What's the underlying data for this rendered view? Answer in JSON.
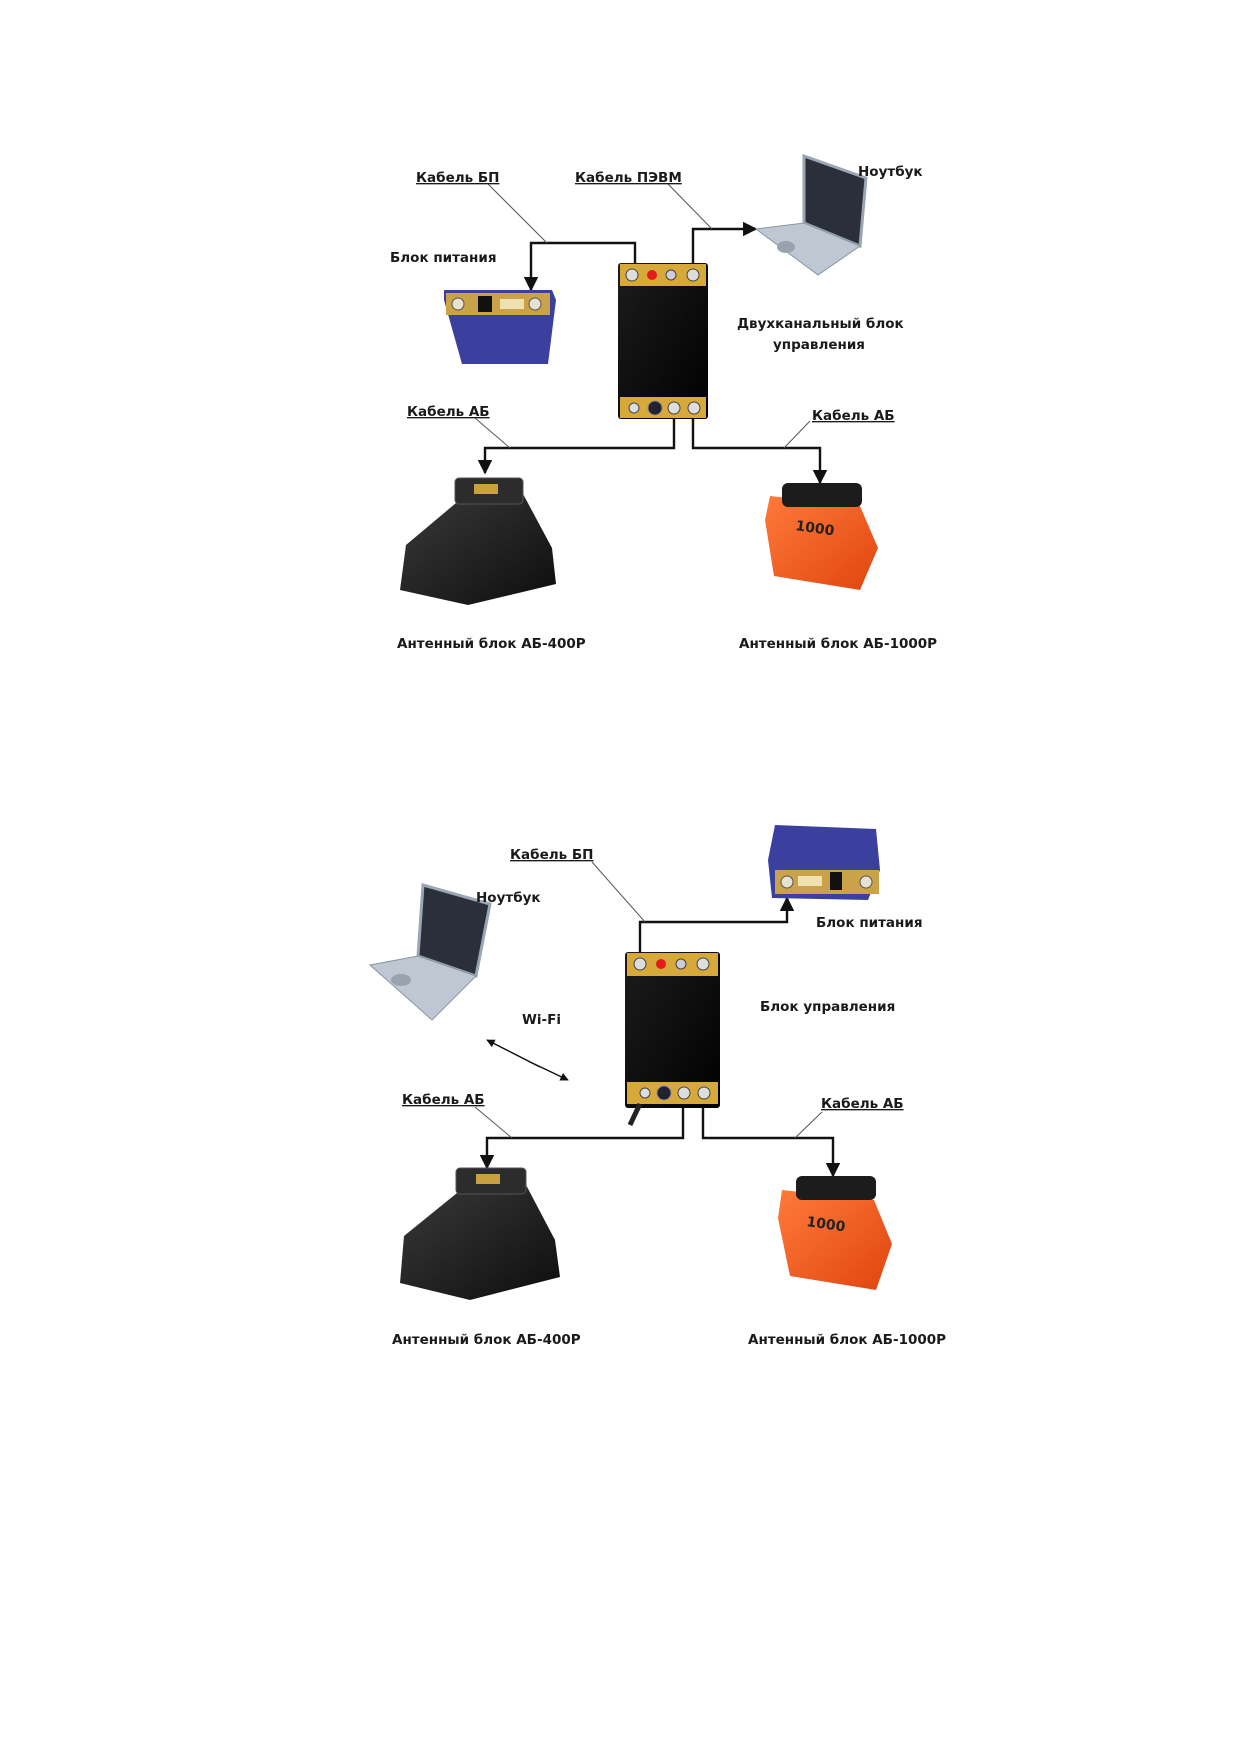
{
  "diagrams": [
    {
      "labels": {
        "cable_psu": "Кабель БП",
        "cable_pc": "Кабель ПЭВМ",
        "laptop": "Ноутбук",
        "power_unit": "Блок питания",
        "control_unit_line1": "Двухканальный блок",
        "control_unit_line2": "управления",
        "cable_ab_left": "Кабель АБ",
        "cable_ab_right": "Кабель АБ",
        "antenna_left": "Антенный блок АБ-400Р",
        "antenna_right": "Антенный блок АБ-1000Р"
      },
      "antenna_badge": "1000"
    },
    {
      "labels": {
        "cable_psu": "Кабель БП",
        "laptop": "Ноутбук",
        "power_unit": "Блок питания",
        "wifi": "Wi-Fi",
        "control_unit": "Блок управления",
        "cable_ab_left": "Кабель АБ",
        "cable_ab_right": "Кабель АБ",
        "antenna_left": "Антенный блок АБ-400Р",
        "antenna_right": "Антенный блок АБ-1000Р"
      },
      "antenna_badge": "1000"
    }
  ],
  "colors": {
    "psu_body": "#3b3f9e",
    "psu_panel": "#c9a24a",
    "control_body": "#0b0b0b",
    "control_panel": "#d7a83a",
    "antenna_400": "#1e1e1e",
    "antenna_1000": "#f25a1c",
    "laptop": "#bfc8d2"
  }
}
